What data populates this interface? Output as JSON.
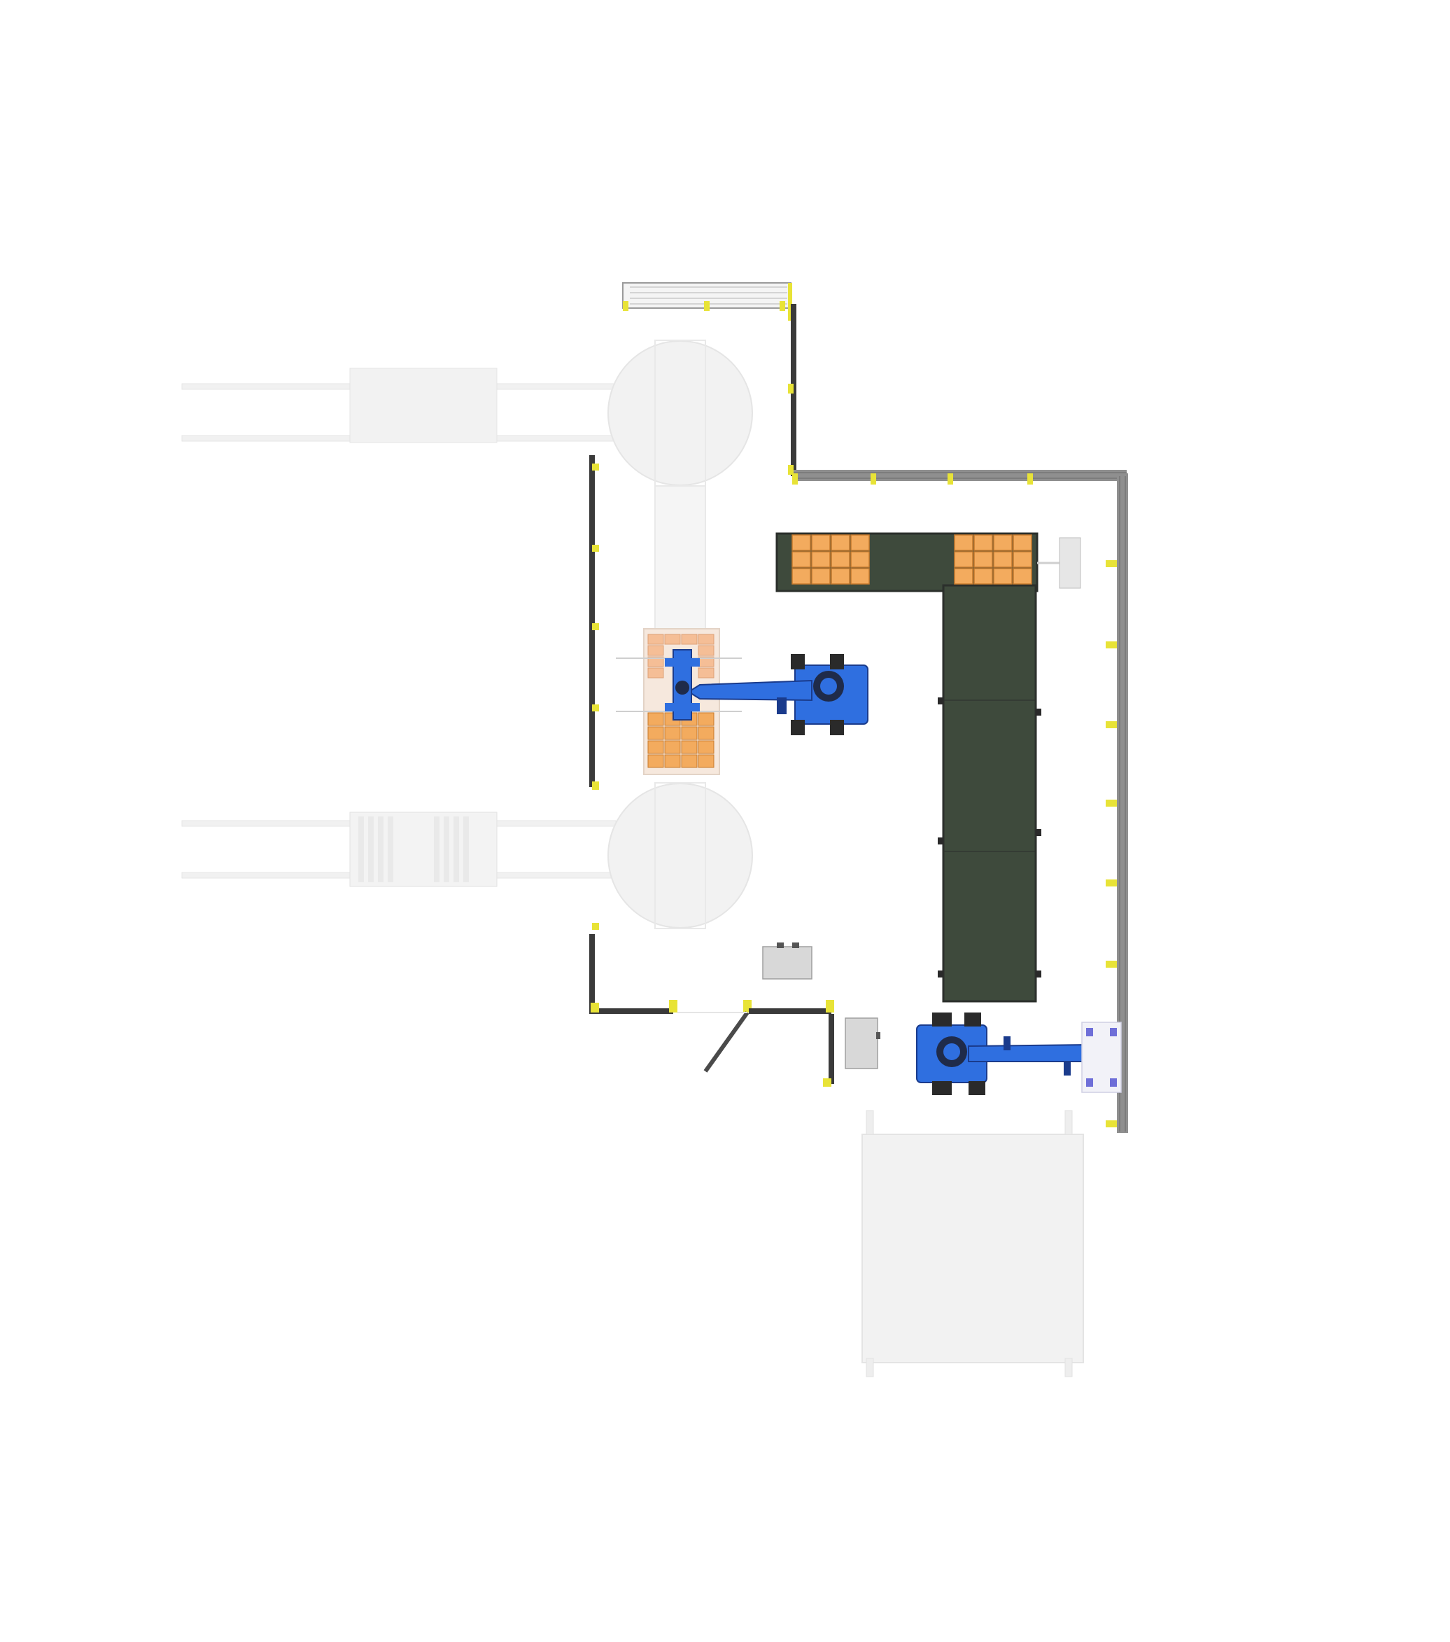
{
  "scene": {
    "description_visible_text": "",
    "colors": {
      "background": "#ffffff",
      "ghost_equipment": "#f1f1f1",
      "ghost_outline": "#e3e3e3",
      "fence_mesh": "#8a8a8a",
      "fence_dark": "#3a3a3a",
      "fence_post": "#e8e337",
      "conveyor_belt": "#3e4a3c",
      "conveyor_edge": "#2b2f2b",
      "carton": "#f3ab5e",
      "carton_edge": "#c77a2c",
      "robot": "#2f6fe0",
      "robot_dark": "#1a3b8c",
      "robot_base": "#2a2a2a",
      "cabinet": "#d8d8d8",
      "pallet_ghost": "#f6e4d7"
    },
    "icons": [
      "robot-arm-icon",
      "conveyor-icon",
      "carton-icon",
      "safety-fence-icon",
      "turntable-icon",
      "control-cabinet-icon",
      "pallet-dispenser-icon"
    ],
    "equipment": {
      "robots": 2,
      "turntables": 2,
      "conveyors": 1,
      "control_cabinets": 3
    }
  }
}
